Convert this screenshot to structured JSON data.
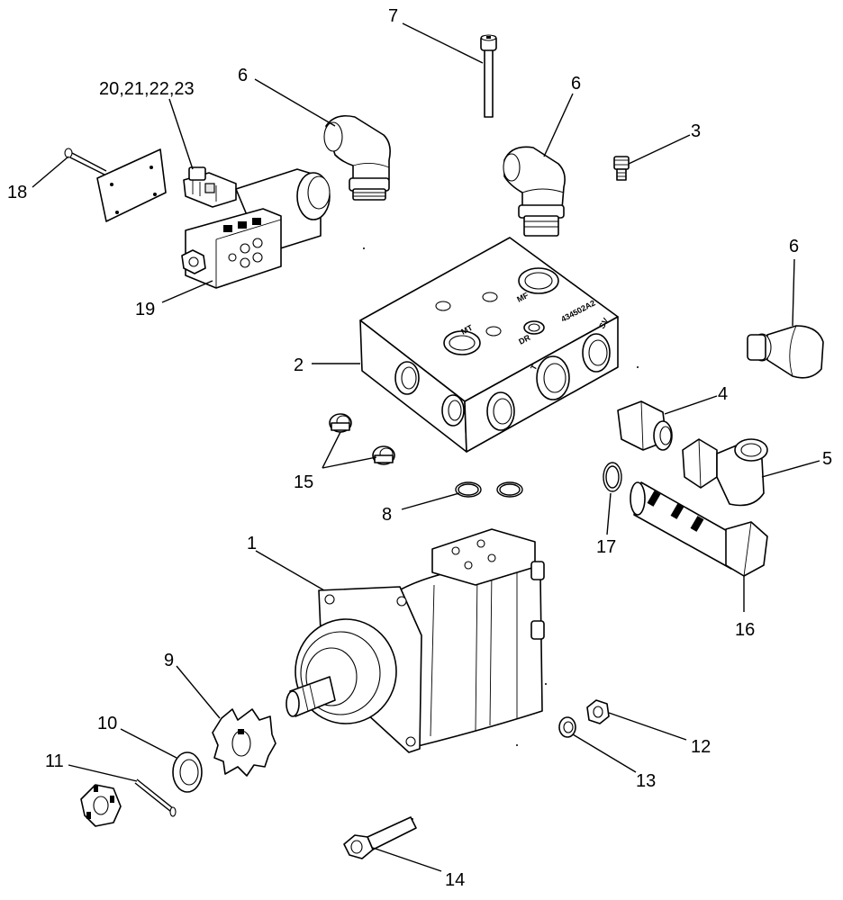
{
  "callouts": {
    "c1": "1",
    "c2": "2",
    "c3": "3",
    "c4": "4",
    "c5": "5",
    "c6a": "6",
    "c6b": "6",
    "c6c": "6",
    "c7": "7",
    "c8": "8",
    "c9": "9",
    "c10": "10",
    "c11": "11",
    "c12": "12",
    "c13": "13",
    "c14": "14",
    "c15": "15",
    "c16": "16",
    "c17": "17",
    "c18": "18",
    "c19": "19",
    "c20": "20,21,22,23"
  },
  "block_marks": {
    "mt": "MT",
    "mf": "MF",
    "dr": "DR",
    "t": "T",
    "sv": "SV",
    "part_no": "434502A2"
  }
}
